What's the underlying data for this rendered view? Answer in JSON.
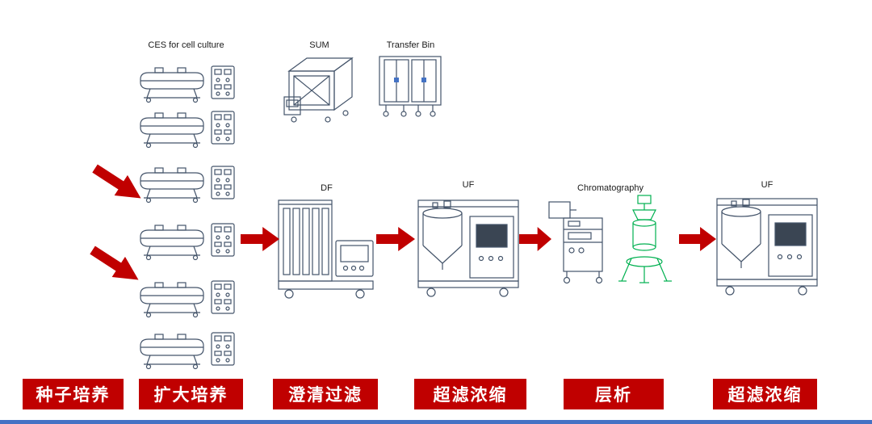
{
  "labels": {
    "ces": "CES for cell culture",
    "sum": "SUM",
    "transfer_bin": "Transfer Bin",
    "df": "DF",
    "uf_1": "UF",
    "chromatography": "Chromatography",
    "uf_2": "UF"
  },
  "stages": [
    {
      "label": "种子培养"
    },
    {
      "label": "扩大培养"
    },
    {
      "label": "澄清过滤"
    },
    {
      "label": "超滤浓缩"
    },
    {
      "label": "层析"
    },
    {
      "label": "超滤浓缩"
    }
  ],
  "colors": {
    "stage_banner": "#C00000",
    "arrow": "#C00000",
    "equipment_line": "#44546A",
    "chromatography_column": "#00B050",
    "bottom_rule": "#4472C4"
  }
}
